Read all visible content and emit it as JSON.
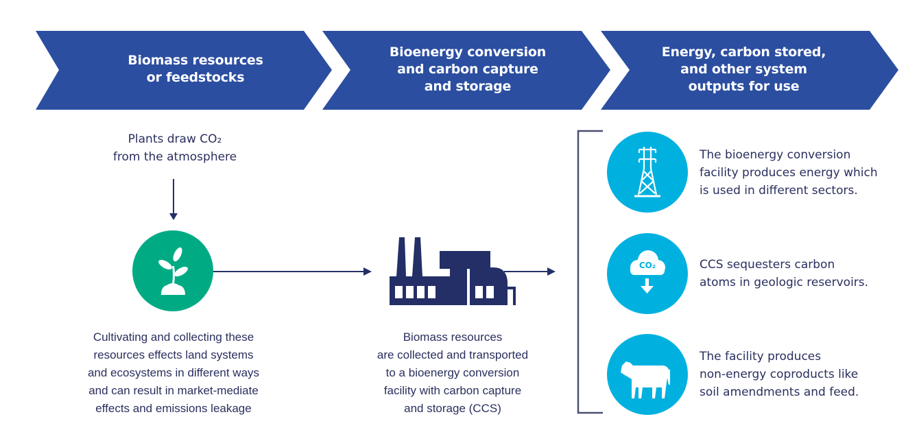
{
  "colors": {
    "chevron": "#2b4ea0",
    "dark_navy": "#232f66",
    "green": "#00ab84",
    "cyan": "#00b1e0",
    "text": "#2a2f5e",
    "bracket": "#4a4f72"
  },
  "stages": [
    {
      "label": "Biomass resources\nor feedstocks"
    },
    {
      "label": "Bioenergy conversion\nand carbon capture\nand storage"
    },
    {
      "label": "Energy, carbon stored,\nand other system\noutputs for use"
    }
  ],
  "biomass": {
    "atmosphere_text": "Plants draw CO₂\nfrom the atmosphere",
    "icon": "plant-sprout-icon",
    "description": "Cultivating and collecting these\nresources effects land systems\nand ecosystems in different ways\nand can result in market-mediate\neffects and emissions leakage"
  },
  "conversion": {
    "icon": "factory-icon",
    "description": "Biomass resources\nare collected and transported\nto a bioenergy conversion\nfacility with carbon capture\nand storage (CCS)"
  },
  "outputs": [
    {
      "icon": "power-tower-icon",
      "text": "The bioenergy conversion\nfacility produces energy which\nis used in different sectors."
    },
    {
      "icon": "co2-cloud-storage-icon",
      "icon_label": "CO₂",
      "text": "CCS sequesters carbon\natoms in geologic reservoirs."
    },
    {
      "icon": "cow-icon",
      "text": "The facility produces\nnon-energy coproducts like\nsoil amendments and feed."
    }
  ]
}
